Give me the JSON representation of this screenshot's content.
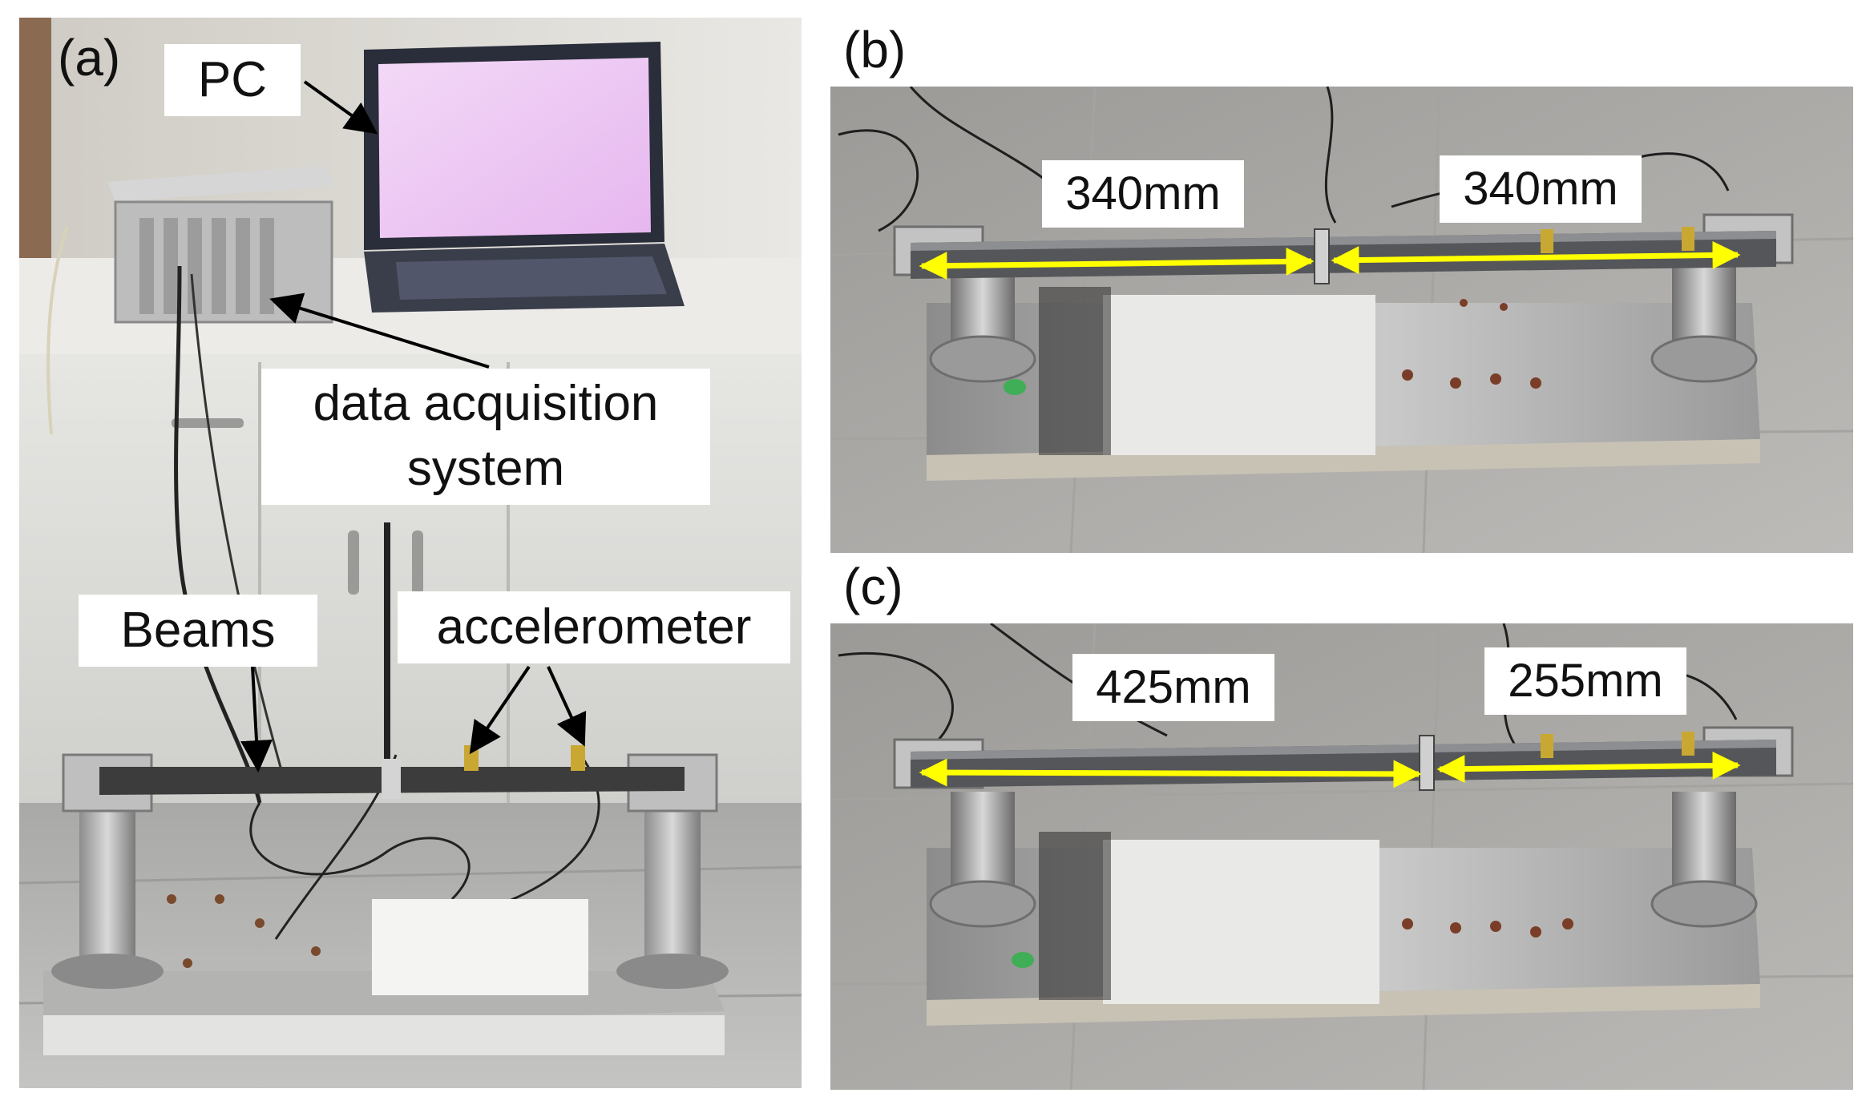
{
  "panels": {
    "a": {
      "letter": "(a)"
    },
    "b": {
      "letter": "(b)"
    },
    "c": {
      "letter": "(c)"
    }
  },
  "labels": {
    "pc": "PC",
    "daq_line1": "data acquisition",
    "daq_line2": "system",
    "beams": "Beams",
    "accelerometer": "accelerometer"
  },
  "dimensions": {
    "b_left": "340mm",
    "b_right": "340mm",
    "c_left": "425mm",
    "c_right": "255mm"
  },
  "colors": {
    "dimension_arrow": "#ffff00",
    "pointer_arrow": "#000000"
  }
}
